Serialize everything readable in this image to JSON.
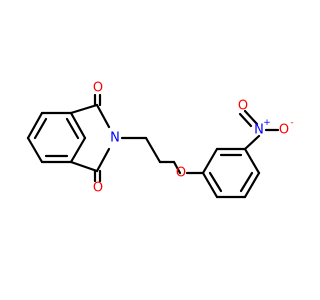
{
  "colors": {
    "bond": "#000000",
    "oxygen": "#ff0000",
    "nitrogen": "#0000ff",
    "background": "#ffffff"
  },
  "atoms": {
    "o_carbonyl_top": "O",
    "o_carbonyl_bottom": "O",
    "n_imide": "N",
    "o_ether": "O",
    "n_nitro": "N",
    "n_nitro_charge": "+",
    "o_nitro_left": "O",
    "o_nitro_right": "O",
    "o_nitro_charge": "-"
  }
}
